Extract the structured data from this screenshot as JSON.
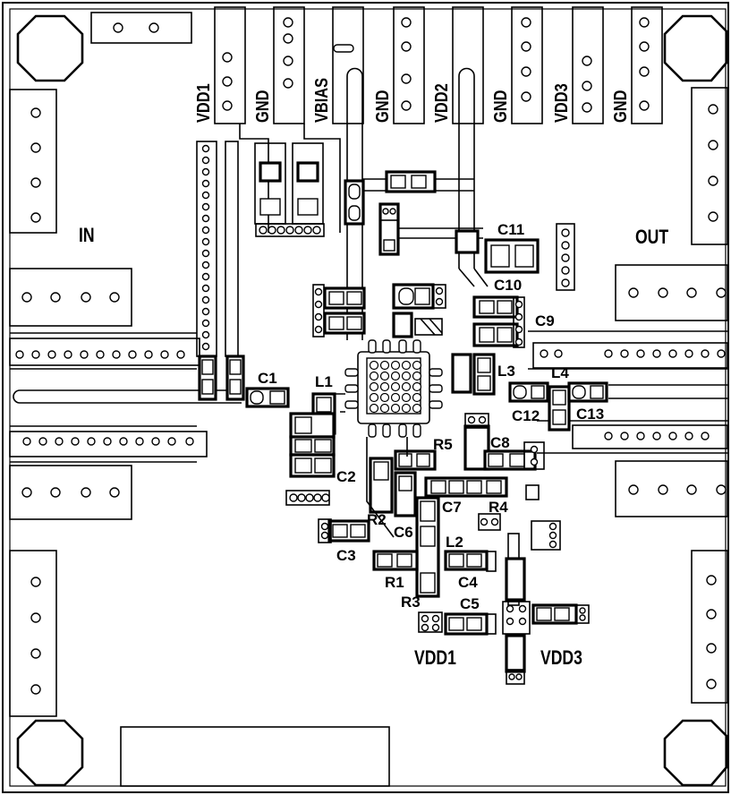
{
  "ports": {
    "input": "IN",
    "output": "OUT"
  },
  "header_labels": [
    "VDD1",
    "GND",
    "VBIAS",
    "GND",
    "VDD2",
    "GND",
    "VDD3",
    "GND"
  ],
  "supply_labels": {
    "vdd1": "VDD1",
    "vdd3": "VDD3"
  },
  "components": {
    "C1": "C1",
    "C2": "C2",
    "C3": "C3",
    "C4": "C4",
    "C5": "C5",
    "C6": "C6",
    "C7": "C7",
    "C8": "C8",
    "C9": "C9",
    "C10": "C10",
    "C11": "C11",
    "C12": "C12",
    "C13": "C13",
    "L1": "L1",
    "L2": "L2",
    "L3": "L3",
    "L4": "L4",
    "R1": "R1",
    "R2": "R2",
    "R3": "R3",
    "R4": "R4",
    "R5": "R5"
  }
}
